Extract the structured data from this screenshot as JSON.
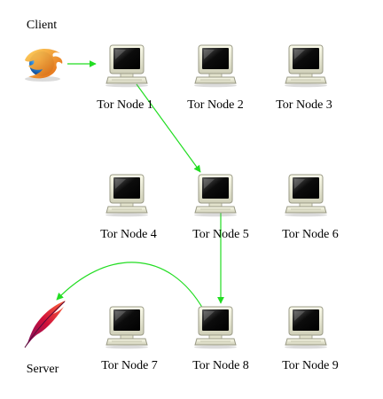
{
  "client": {
    "label": "Client",
    "icon": "browser-globe-icon"
  },
  "server": {
    "label": "Server",
    "icon": "feather-icon"
  },
  "nodes": [
    {
      "label": "Tor Node 1"
    },
    {
      "label": "Tor Node 2"
    },
    {
      "label": "Tor Node 3"
    },
    {
      "label": "Tor Node 4"
    },
    {
      "label": "Tor Node 5"
    },
    {
      "label": "Tor Node 6"
    },
    {
      "label": "Tor Node 7"
    },
    {
      "label": "Tor Node 8"
    },
    {
      "label": "Tor Node 9"
    }
  ],
  "path": [
    "client",
    "node1",
    "node5",
    "node8",
    "server"
  ],
  "colors": {
    "arrow": "#22dd22"
  }
}
